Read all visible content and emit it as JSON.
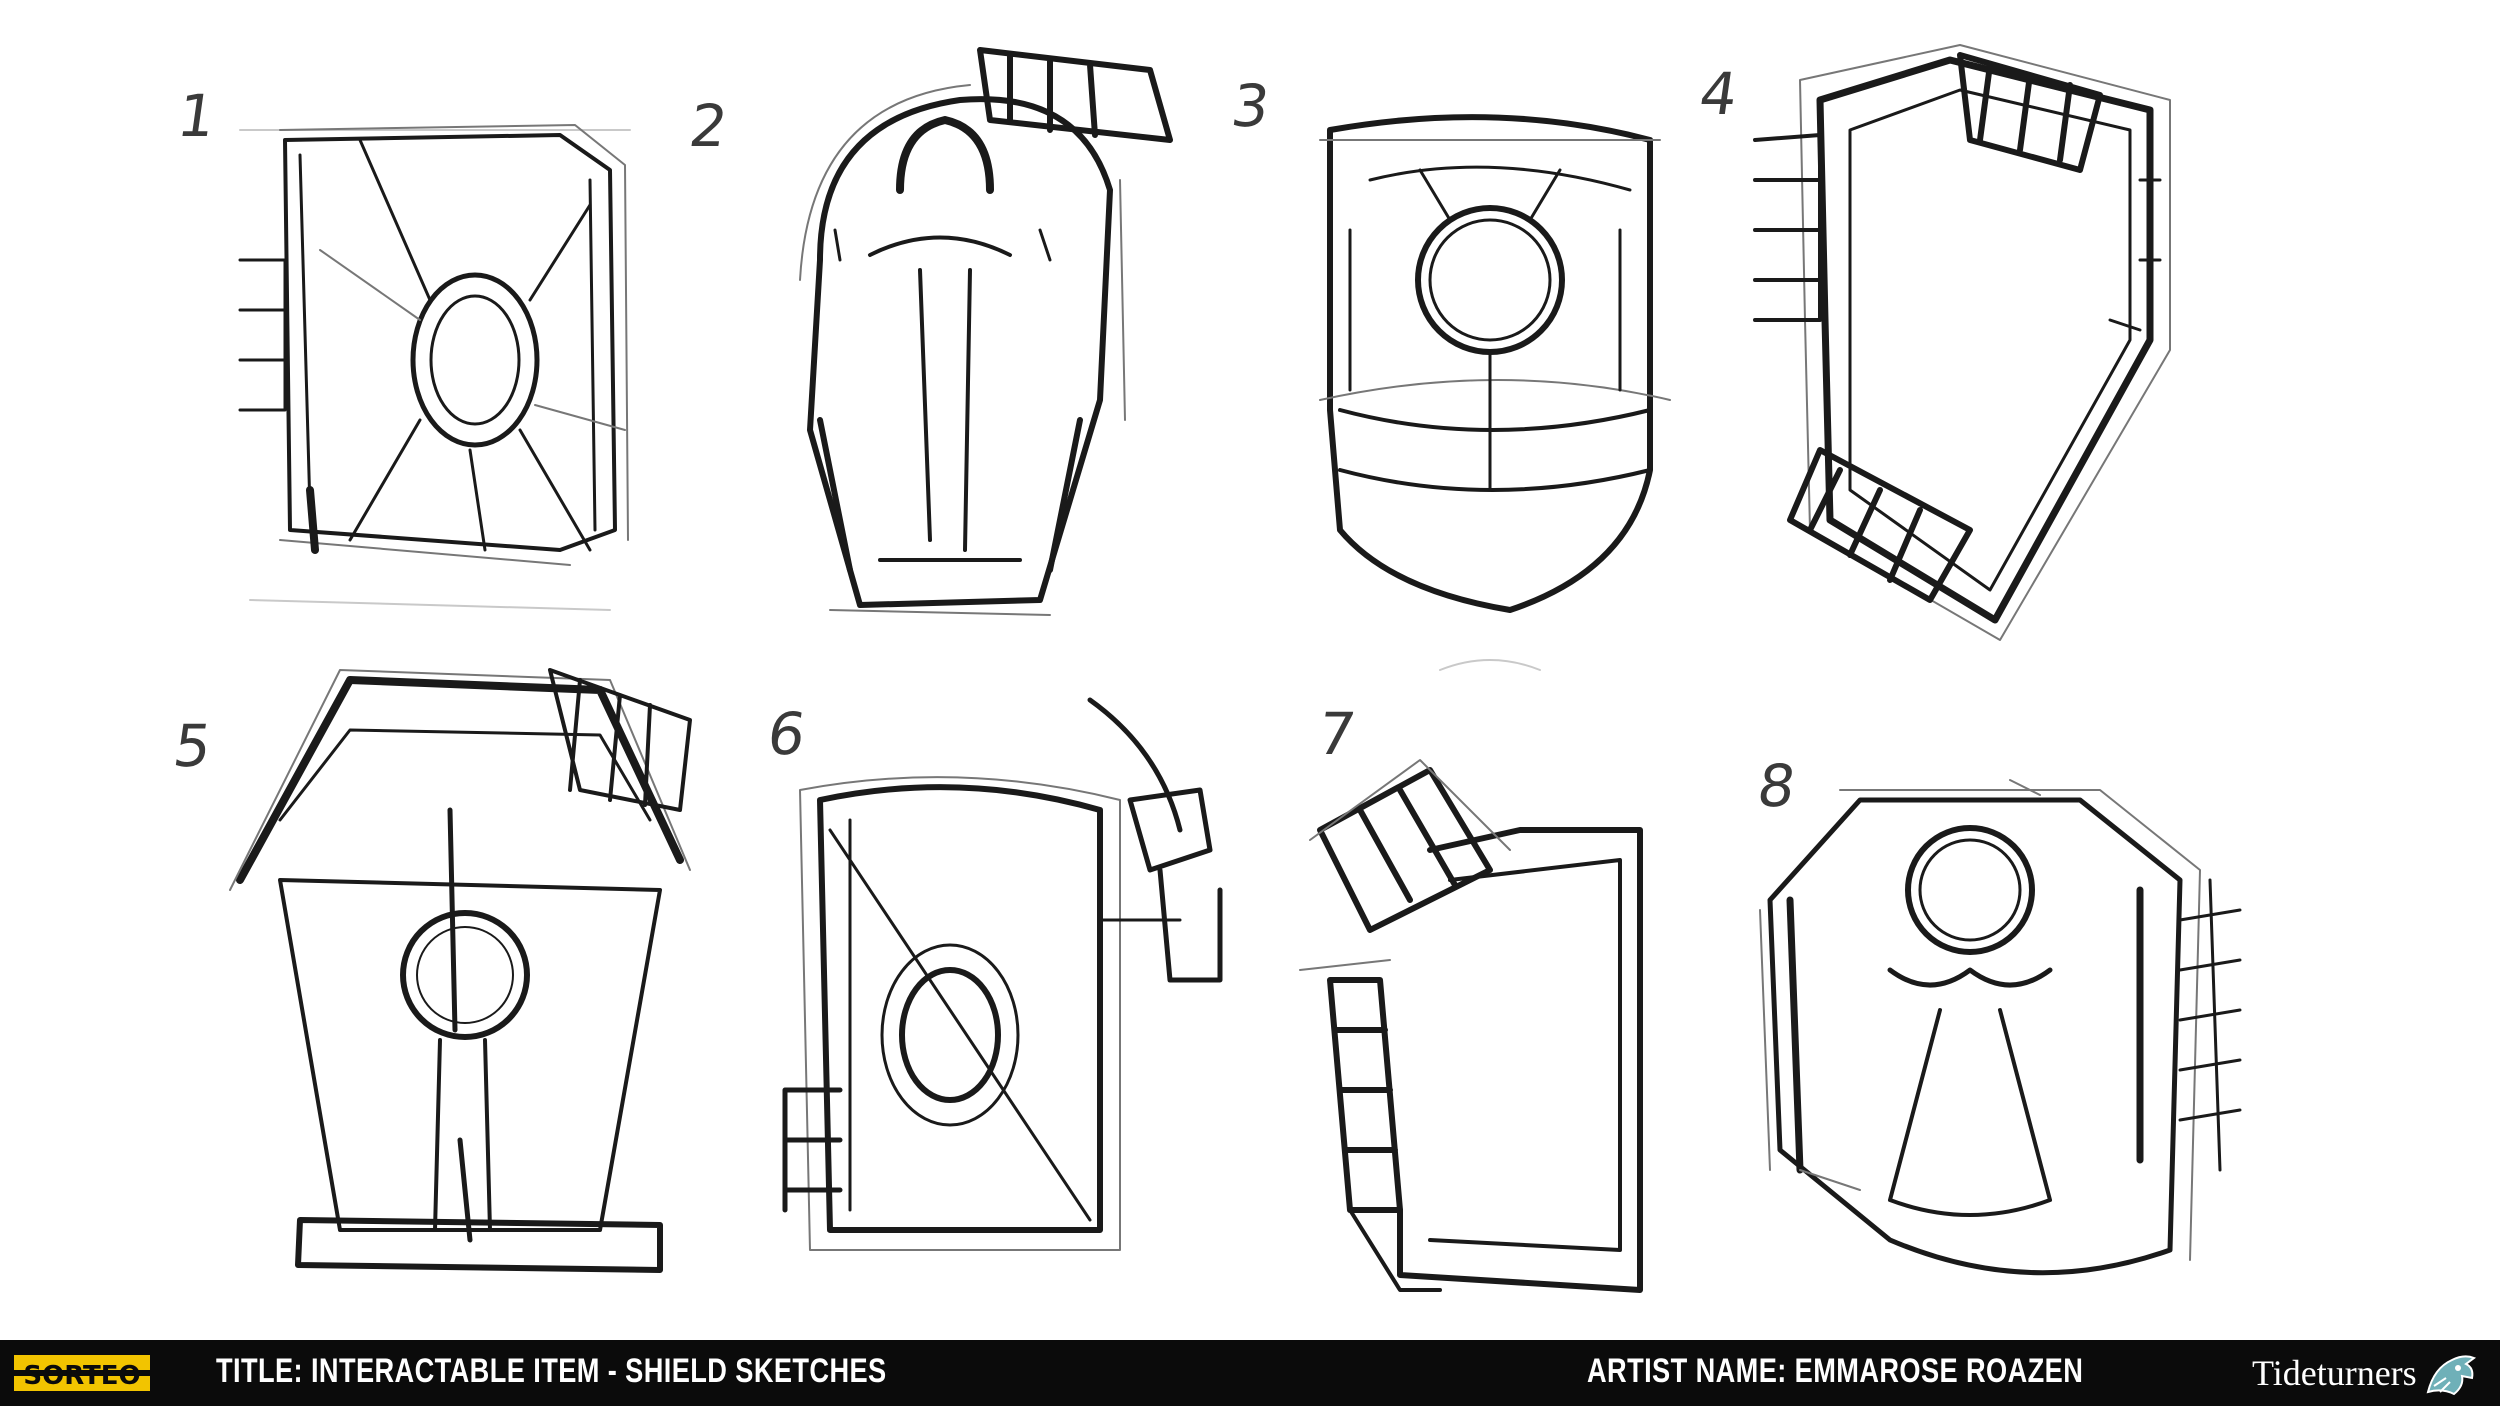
{
  "sketch_numbers": [
    "1",
    "2",
    "3",
    "4",
    "5",
    "6",
    "7",
    "8"
  ],
  "footer": {
    "logo_text": "SORTEO",
    "title": "TITLE:  INTERACTABLE ITEM - SHIELD SKETCHES",
    "artist": "ARTIST NAME: EMMAROSE ROAZEN",
    "brand": "Tideturners",
    "brand_icon": "dragon-head-icon"
  },
  "colors": {
    "background": "#ffffff",
    "ink": "#1a1a1a",
    "footer_bg": "#0b0b0b",
    "footer_text": "#ffffff",
    "logo_yellow": "#f2c400"
  }
}
